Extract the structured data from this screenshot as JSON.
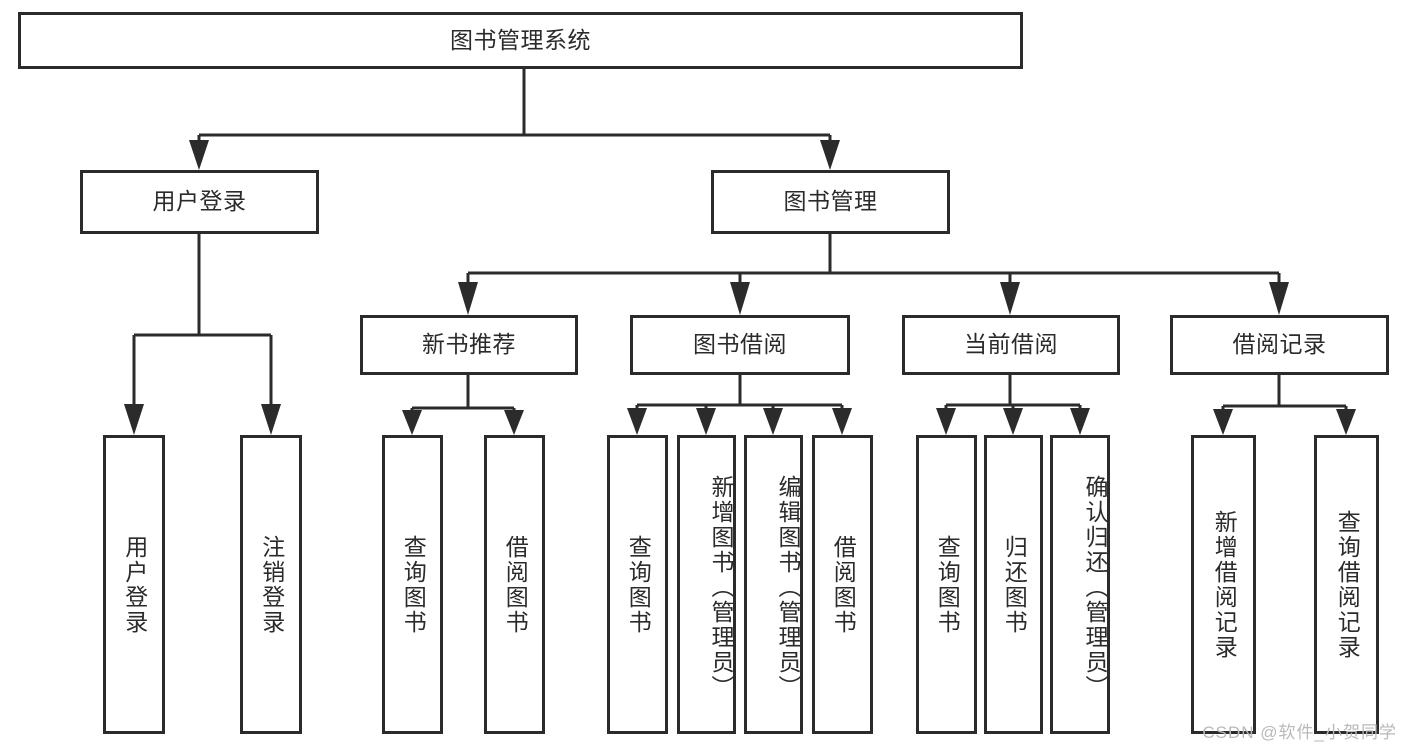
{
  "diagram": {
    "title": "图书管理系统",
    "type": "hierarchy-tree",
    "watermark": "CSDN @软件_小贺同学",
    "colors": {
      "stroke": "#2b2b2b",
      "node_fill": "#ffffff",
      "background": "#ffffff",
      "watermark": "#b9b9b9"
    },
    "nodes": {
      "root": {
        "label": "图书管理系统",
        "level": 1,
        "orientation": "horizontal"
      },
      "l2": [
        {
          "id": "user-login",
          "label": "用户登录",
          "level": 2,
          "orientation": "horizontal"
        },
        {
          "id": "book-manage",
          "label": "图书管理",
          "level": 2,
          "orientation": "horizontal"
        }
      ],
      "l3": [
        {
          "id": "new-book-recommend",
          "label": "新书推荐",
          "level": 3,
          "orientation": "horizontal"
        },
        {
          "id": "book-borrow",
          "label": "图书借阅",
          "level": 3,
          "orientation": "horizontal"
        },
        {
          "id": "current-borrow",
          "label": "当前借阅",
          "level": 3,
          "orientation": "horizontal"
        },
        {
          "id": "borrow-record",
          "label": "借阅记录",
          "level": 3,
          "orientation": "horizontal"
        }
      ],
      "leaves": [
        {
          "id": "leaf-user-login",
          "label": "用户登录",
          "parent": "user-login",
          "orientation": "vertical"
        },
        {
          "id": "leaf-user-logout",
          "label": "注销登录",
          "parent": "user-login",
          "orientation": "vertical"
        },
        {
          "id": "leaf-query-book-1",
          "label": "查询图书",
          "parent": "new-book-recommend",
          "orientation": "vertical"
        },
        {
          "id": "leaf-borrow-book-1",
          "label": "借阅图书",
          "parent": "new-book-recommend",
          "orientation": "vertical"
        },
        {
          "id": "leaf-query-book-2",
          "label": "查询图书",
          "parent": "book-borrow",
          "orientation": "vertical"
        },
        {
          "id": "leaf-add-book",
          "label": "新增图书（管理员）",
          "parent": "book-borrow",
          "orientation": "vertical"
        },
        {
          "id": "leaf-edit-book",
          "label": "编辑图书（管理员）",
          "parent": "book-borrow",
          "orientation": "vertical"
        },
        {
          "id": "leaf-borrow-book-2",
          "label": "借阅图书",
          "parent": "book-borrow",
          "orientation": "vertical"
        },
        {
          "id": "leaf-query-book-3",
          "label": "查询图书",
          "parent": "current-borrow",
          "orientation": "vertical"
        },
        {
          "id": "leaf-return-book",
          "label": "归还图书",
          "parent": "current-borrow",
          "orientation": "vertical"
        },
        {
          "id": "leaf-confirm-return",
          "label": "确认归还（管理员）",
          "parent": "current-borrow",
          "orientation": "vertical"
        },
        {
          "id": "leaf-add-record",
          "label": "新增借阅记录",
          "parent": "borrow-record",
          "orientation": "vertical"
        },
        {
          "id": "leaf-query-record",
          "label": "查询借阅记录",
          "parent": "borrow-record",
          "orientation": "vertical"
        }
      ]
    }
  }
}
